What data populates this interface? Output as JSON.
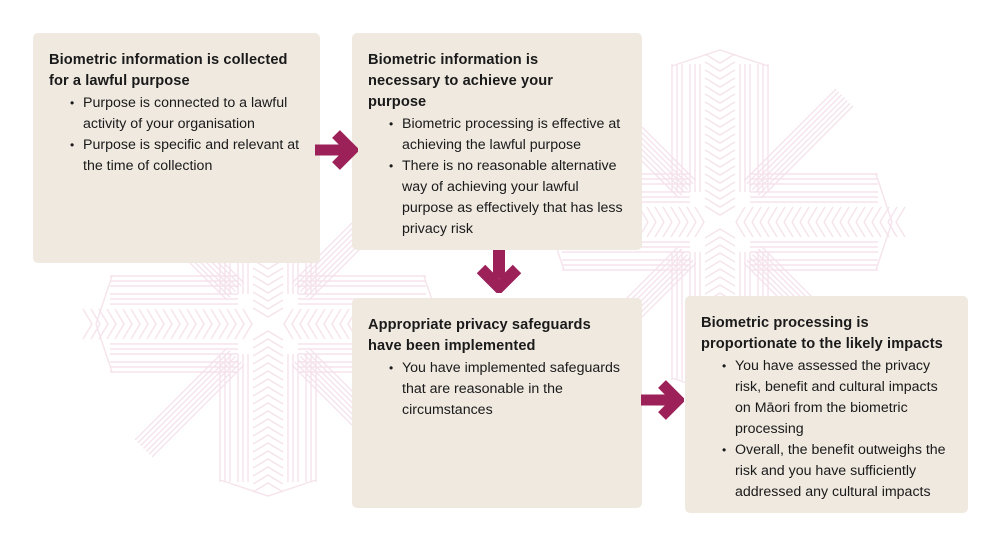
{
  "page": {
    "background": "#ffffff"
  },
  "colors": {
    "box_bg": "#efe9e0",
    "text": "#1a1a1a",
    "arrow": "#9b2158",
    "pattern": "#f5e3ec"
  },
  "steps": [
    {
      "title": "Biometric information is collected for a lawful purpose",
      "bullets": [
        "Purpose is connected to a lawful activity of your organisation",
        "Purpose is specific and relevant at the time of collection"
      ]
    },
    {
      "title": "Biometric information is necessary to achieve your purpose",
      "bullets": [
        "Biometric processing is effective at achieving the lawful purpose",
        "There is no reasonable alternative way of achieving your lawful purpose as effectively that has less privacy risk"
      ]
    },
    {
      "title": "Appropriate privacy safeguards have been implemented",
      "bullets": [
        "You have implemented safeguards that are reasonable in the circumstances"
      ]
    },
    {
      "title": "Biometric processing is proportionate to the likely impacts",
      "bullets": [
        "You have assessed the privacy risk, benefit and cultural impacts on Māori from the biometric processing",
        "Overall, the benefit outweighs the risk and you have sufficiently addressed any cultural impacts"
      ]
    }
  ]
}
